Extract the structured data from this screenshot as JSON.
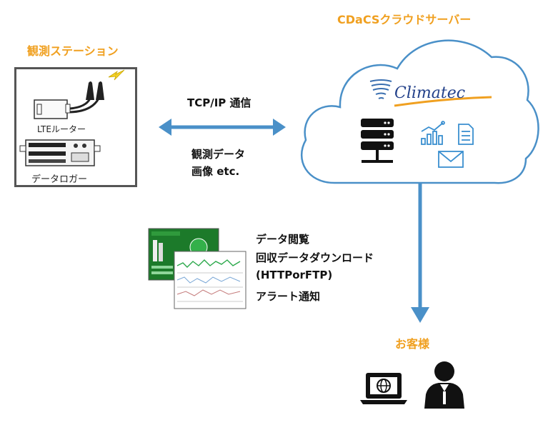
{
  "titles": {
    "station": "観測ステーション",
    "cloud": "CDaCSクラウドサーバー",
    "customer": "お客様"
  },
  "station": {
    "router_label": "LTEルーター",
    "logger_label": "データロガー"
  },
  "link": {
    "protocol": "TCP/IP 通信",
    "payload_line1": "観測データ",
    "payload_line2": "画像 etc."
  },
  "cloud": {
    "logo_text": "Climatec"
  },
  "services": [
    "データ閲覧",
    "回収データダウンロード",
    "(HTTPorFTP)",
    "アラート通知"
  ],
  "colors": {
    "accent_orange": "#f0a020",
    "arrow_blue": "#4a90c8",
    "cloud_stroke": "#4a90c8",
    "icon_blue": "#3a8fd0"
  },
  "icons": [
    "antenna-icon",
    "lightning-icon",
    "server-icon",
    "bar-chart-icon",
    "document-icon",
    "mail-icon",
    "laptop-globe-icon",
    "person-icon"
  ]
}
